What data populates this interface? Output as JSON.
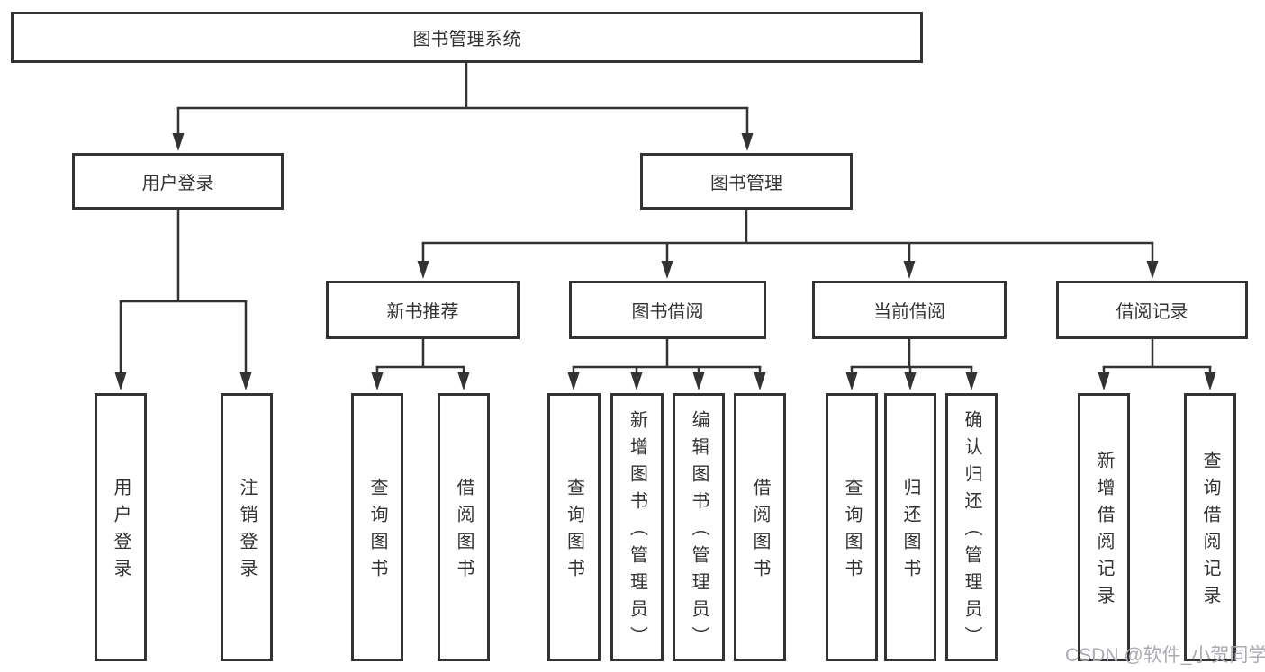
{
  "diagram": {
    "root": "图书管理系统",
    "level2": {
      "user_login": "用户登录",
      "book_mgmt": "图书管理"
    },
    "level3": {
      "new_books": "新书推荐",
      "book_borrow": "图书借阅",
      "current_borrow": "当前借阅",
      "borrow_records": "借阅记录"
    },
    "leaves": {
      "login": "用户登录",
      "logout": "注销登录",
      "nb_query": "查询图书",
      "nb_borrow": "借阅图书",
      "bb_query": "查询图书",
      "bb_add": "新增图书（管理员）",
      "bb_edit": "编辑图书（管理员）",
      "bb_borrow": "借阅图书",
      "cb_query": "查询图书",
      "cb_return": "归还图书",
      "cb_confirm": "确认归还（管理员）",
      "br_add": "新增借阅记录",
      "br_query": "查询借阅记录"
    }
  },
  "watermark": "CSDN @软件_小贺同学",
  "colors": {
    "line": "#333333",
    "box_border": "#333333",
    "box_fill": "#ffffff",
    "text": "#333333",
    "watermark": "#a9abb0"
  }
}
